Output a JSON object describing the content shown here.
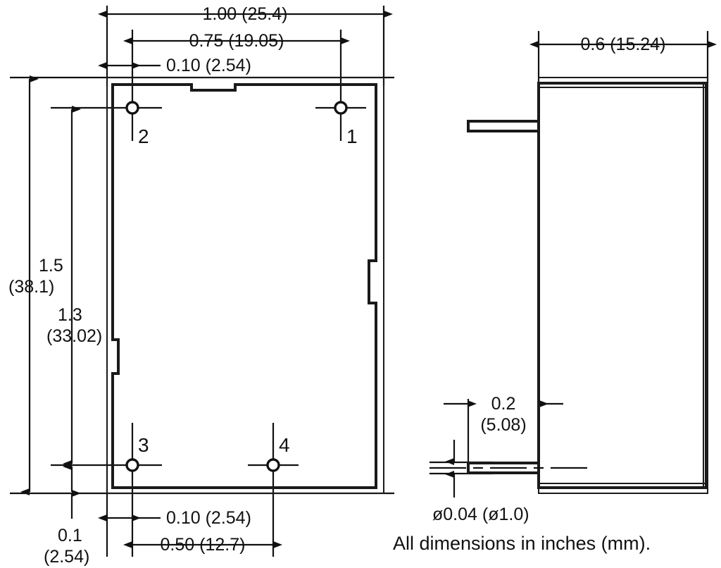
{
  "drawing": {
    "title": "Mechanical outline drawing",
    "note": "All dimensions in inches (mm).",
    "units": "inches (mm)",
    "line_color": "#1a1a1a",
    "background_color": "#ffffff"
  },
  "top_view": {
    "name": "top-view",
    "dimensions": {
      "overall_width": "1.00 (25.4)",
      "hole_pitch_horizontal": "0.75 (19.05)",
      "edge_to_hole_top": "0.10 (2.54)",
      "overall_height_line1": "1.5",
      "overall_height_line2": "(38.1)",
      "hole_pitch_vertical_line1": "1.3",
      "hole_pitch_vertical_line2": "(33.02)",
      "bottom_offset_line1": "0.1",
      "bottom_offset_line2": "(2.54)",
      "edge_to_hole_bottom": "0.10 (2.54)",
      "bottom_hole_pitch": "0.50 (12.7)"
    },
    "pins": [
      {
        "label": "1",
        "position": "top-right"
      },
      {
        "label": "2",
        "position": "top-left"
      },
      {
        "label": "3",
        "position": "bottom-left"
      },
      {
        "label": "4",
        "position": "bottom-right"
      }
    ]
  },
  "side_view": {
    "name": "side-view",
    "dimensions": {
      "depth": "0.6 (15.24)",
      "pin_offset_line1": "0.2",
      "pin_offset_line2": "(5.08)",
      "pin_diameter": "ø0.04 (ø1.0)"
    }
  }
}
